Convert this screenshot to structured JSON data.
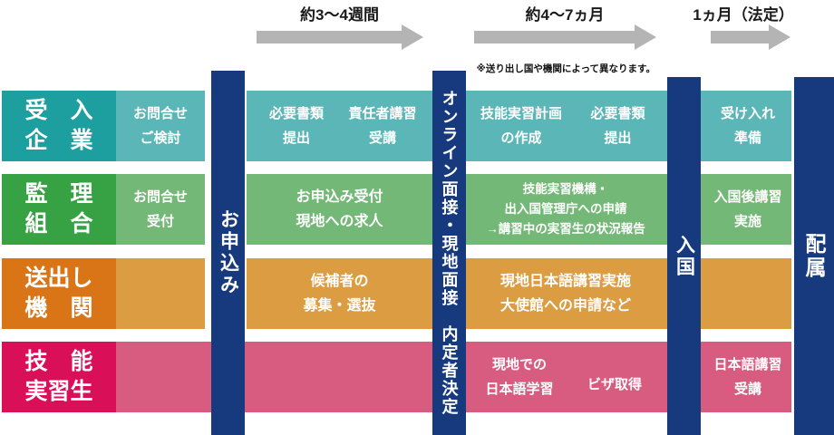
{
  "header": {
    "arrow1_label": "約3〜4週間",
    "arrow2_label": "約4〜7ヵ月",
    "arrow2_note": "※送り出し国や機関によって異なります。",
    "arrow3_label": "1ヵ月（法定）"
  },
  "milestones": {
    "application": "お申込み",
    "interview": "オンライン面接・現地面接　内定者決定",
    "entry": "入国",
    "assignment": "配属"
  },
  "colors": {
    "navy_bar": "#17397d",
    "arrow_gray": "#b4b4b4",
    "row1_label_bg": "#1d9fa0",
    "row1_cell_bg": "#5ab6b7",
    "row2_label_bg": "#37a244",
    "row2_cell_bg": "#74b877",
    "row3_label_bg": "#d97517",
    "row3_cell_bg": "#dc9c42",
    "row4_label_bg": "#d90f57",
    "row4_cell_bg": "#d75c80"
  },
  "rows": [
    {
      "name": "受入企業",
      "label_line1": "受　入",
      "label_line2": "企　業",
      "cells": {
        "inquiry": [
          "お問合せ",
          "ご検討"
        ],
        "documents_submit": [
          "必要書類",
          "提出"
        ],
        "manager_training": [
          "責任者講習",
          "受講"
        ],
        "training_plan": [
          "技能実習計画",
          "の作成"
        ],
        "documents_submit2": [
          "必要書類",
          "提出"
        ],
        "acceptance_prep": [
          "受け入れ",
          "準備"
        ]
      }
    },
    {
      "name": "監理組合",
      "label_line1": "監　理",
      "label_line2": "組　合",
      "cells": {
        "inquiry_reception": [
          "お問合せ",
          "受付"
        ],
        "application_reception": [
          "お申込み受付",
          "現地への求人"
        ],
        "authority_application": [
          "技能実習機構・",
          "出入国管理庁への申請",
          "→講習中の実習生の状況報告"
        ],
        "post_entry_training": [
          "入国後講習",
          "実施"
        ]
      }
    },
    {
      "name": "送出し機関",
      "label_line1": "送出し",
      "label_line2": "機　関",
      "cells": {
        "candidate_recruitment": [
          "候補者の",
          "募集・選抜"
        ],
        "local_training_embassy": [
          "現地日本語講習実施",
          "大使館への申請など"
        ]
      }
    },
    {
      "name": "技能実習生",
      "label_line1": "技　能",
      "label_line2": "実習生",
      "cells": {
        "local_japanese_study": [
          "現地での",
          "日本語学習"
        ],
        "visa": [
          "ビザ取得"
        ],
        "japanese_training": [
          "日本語講習",
          "受講"
        ]
      }
    }
  ]
}
